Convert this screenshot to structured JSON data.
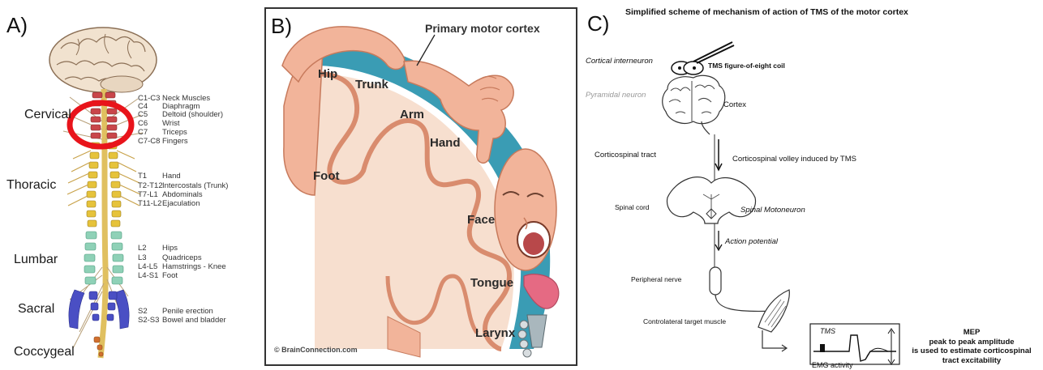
{
  "panelA": {
    "label": "A)",
    "regions": [
      "Cervical",
      "Thoracic",
      "Lumbar",
      "Sacral",
      "Coccygeal"
    ],
    "groups": [
      [
        [
          "C1-C3",
          "Neck Muscles"
        ],
        [
          "C4",
          "Diaphragm"
        ],
        [
          "C5",
          "Deltoid (shoulder)"
        ],
        [
          "C6",
          "Wrist"
        ],
        [
          "C7",
          "Triceps"
        ],
        [
          "C7-C8",
          "Fingers"
        ]
      ],
      [
        [
          "T1",
          "Hand"
        ],
        [
          "T2-T12",
          "Intercostals (Trunk)"
        ],
        [
          "T7-L1",
          "Abdominals"
        ],
        [
          "T11-L2",
          "Ejaculation"
        ]
      ],
      [
        [
          "L2",
          "Hips"
        ],
        [
          "L3",
          "Quadriceps"
        ],
        [
          "L4-L5",
          "Hamstrings - Knee"
        ],
        [
          "L4-S1",
          "Foot"
        ]
      ],
      [
        [
          "S2",
          "Penile erection"
        ],
        [
          "S2-S3",
          "Bowel and bladder"
        ]
      ]
    ]
  },
  "panelB": {
    "label": "B)",
    "title": "Primary motor cortex",
    "areas": [
      "Hip",
      "Trunk",
      "Arm",
      "Hand",
      "Foot",
      "Face",
      "Tongue",
      "Larynx"
    ],
    "credit": "© BrainConnection.com"
  },
  "panelC": {
    "label": "C)",
    "title": "Simplified scheme of mechanism of action of TMS of the motor cortex",
    "labels": {
      "cortical_interneuron": "Cortical interneuron",
      "coil": "TMS figure-of-eight coil",
      "pyramidal": "Pyramidal neuron",
      "cortex": "Cortex",
      "tract": "Corticospinal tract",
      "volley": "Corticospinal volley induced by TMS",
      "spinal_cord": "Spinal cord",
      "motoneuron": "Spinal Motoneuron",
      "ap": "Action potential",
      "nerve": "Peripheral nerve",
      "muscle": "Controlateral target muscle",
      "tms_trace": "TMS",
      "emg": "EMG activity",
      "mep_title": "MEP",
      "mep_1": "peak to peak amplitude",
      "mep_2": "is used to estimate corticospinal",
      "mep_3": "tract excitability"
    }
  },
  "colors": {
    "skin": "#f2b49a",
    "skin_dark": "#d98c6e",
    "csf_blue": "#3a9cb4",
    "cortex_pale": "#f7dfcf",
    "ring_red": "#e8141b",
    "vert_red": "#c9464a",
    "vert_yellow": "#e6c33b",
    "vert_green": "#8fd1b7",
    "vert_blue": "#4a4fc4"
  }
}
